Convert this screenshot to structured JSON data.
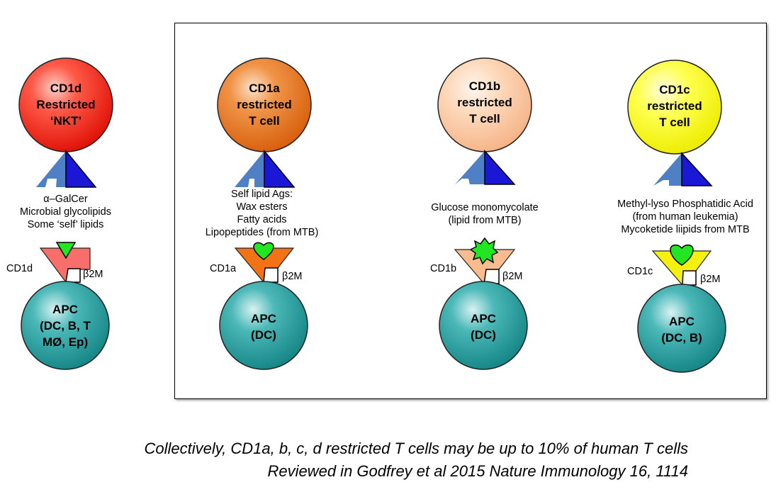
{
  "colors": {
    "nkt": "#ff2a1e",
    "cd1a_cell": "#e8731e",
    "cd1b_cell": "#fcc9a2",
    "cd1c_cell": "#ffff22",
    "apc": "#22999a",
    "tcr_light": "#4f7fc5",
    "tcr_dark": "#1a17d6",
    "ligand": "#22e622"
  },
  "panels": [
    {
      "cell_lines": [
        "CD1d",
        "Restricted",
        "‘NKT’"
      ],
      "antigens": [
        "α–GalCer",
        "Microbial  glycolipids",
        "Some ‘self’ lipids"
      ],
      "cd1_label": "CD1d",
      "b2m_label": "β2M",
      "apc_lines": [
        "APC",
        "(DC, B, T",
        "MØ, Ep)"
      ]
    },
    {
      "cell_lines": [
        "CD1a",
        "restricted",
        "T cell"
      ],
      "antigens": [
        "Self lipid Ags:",
        "Wax esters",
        "Fatty acids",
        "Lipopeptides (from MTB)"
      ],
      "cd1_label": "CD1a",
      "b2m_label": "β2M",
      "apc_lines": [
        "APC",
        "(DC)"
      ]
    },
    {
      "cell_lines": [
        "CD1b",
        "restricted",
        "T cell"
      ],
      "antigens": [
        "Glucose monomycolate",
        "(lipid from MTB)"
      ],
      "cd1_label": "CD1b",
      "b2m_label": "β2M",
      "apc_lines": [
        "APC",
        "(DC)"
      ]
    },
    {
      "cell_lines": [
        "CD1c",
        "restricted",
        "T cell"
      ],
      "antigens": [
        "Methyl-lyso Phosphatidic Acid",
        "(from human leukemia)",
        "Mycoketide liipids from MTB"
      ],
      "cd1_label": "CD1c",
      "b2m_label": "β2M",
      "apc_lines": [
        "APC",
        "(DC, B)"
      ]
    }
  ],
  "caption": {
    "line1": "Collectively, CD1a, b, c, d restricted T cells may be up to 10% of human T cells",
    "line2": "Reviewed in Godfrey et al 2015 Nature Immunology 16, 1114"
  }
}
